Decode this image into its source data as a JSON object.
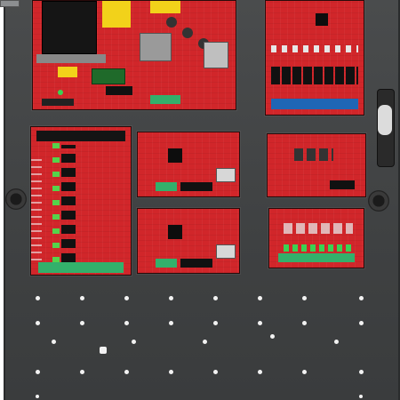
{
  "scene": {
    "subject": "access-control-enclosure-backplate",
    "plate_color": "#444647",
    "pcb_color": "#d1262a",
    "connector_green": "#33b06b",
    "connector_blue": "#1f66b5",
    "transformer_yellow": "#f2d21a"
  },
  "boards": [
    {
      "id": "power-supply"
    },
    {
      "id": "relay-8ch-top"
    },
    {
      "id": "relay-8ch-left"
    },
    {
      "id": "controller-1"
    },
    {
      "id": "controller-2"
    },
    {
      "id": "power-monitor"
    },
    {
      "id": "fuse-dist"
    }
  ]
}
